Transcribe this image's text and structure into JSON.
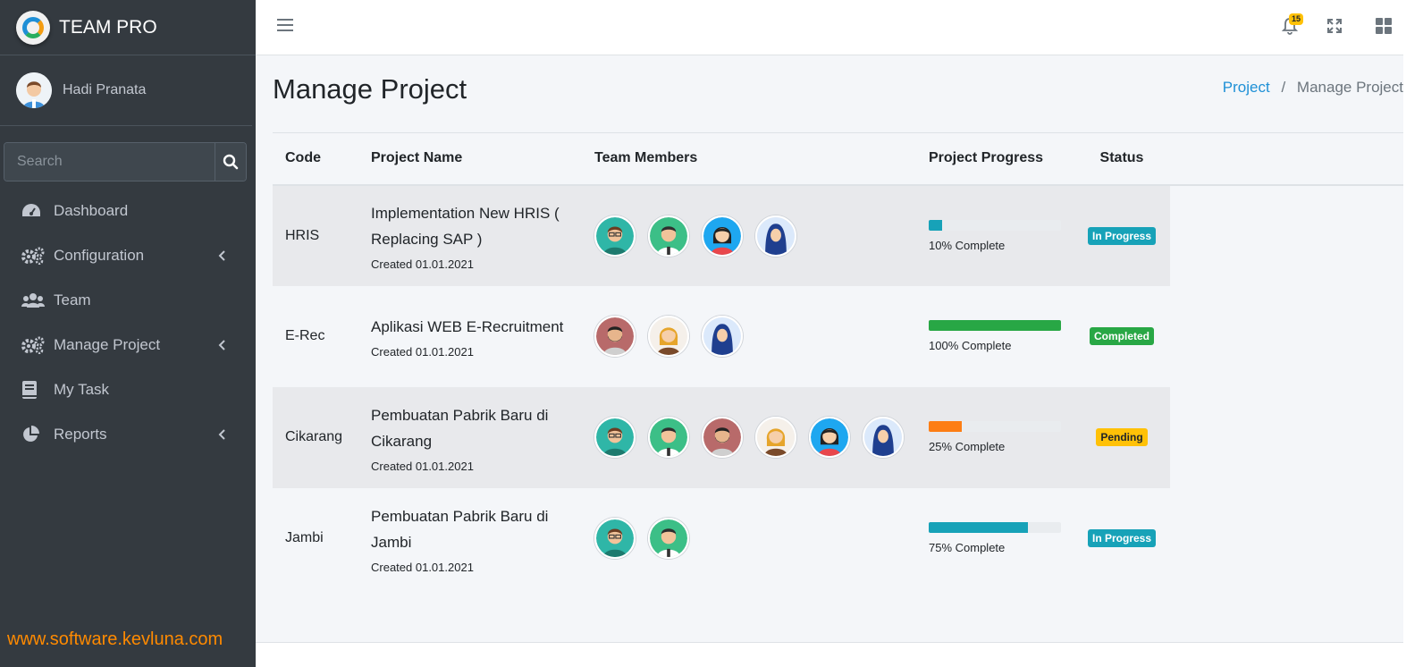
{
  "brand": {
    "name": "TEAM PRO"
  },
  "user": {
    "name": "Hadi Pranata"
  },
  "search": {
    "placeholder": "Search"
  },
  "nav": [
    {
      "label": "Dashboard",
      "icon": "tachometer-icon",
      "has_submenu": false
    },
    {
      "label": "Configuration",
      "icon": "cogs-icon",
      "has_submenu": true
    },
    {
      "label": "Team",
      "icon": "users-icon",
      "has_submenu": false
    },
    {
      "label": "Manage Project",
      "icon": "cogs-icon",
      "has_submenu": true
    },
    {
      "label": "My Task",
      "icon": "book-icon",
      "has_submenu": false
    },
    {
      "label": "Reports",
      "icon": "pie-chart-icon",
      "has_submenu": true
    }
  ],
  "topbar": {
    "notification_count": "15"
  },
  "page": {
    "title": "Manage Project"
  },
  "breadcrumb": {
    "parent": "Project",
    "separator": "/",
    "current": "Manage Project"
  },
  "table": {
    "headers": [
      "Code",
      "Project Name",
      "Team Members",
      "Project Progress",
      "Status"
    ],
    "rows": [
      {
        "code": "HRIS",
        "name": "Implementation New HRIS ( Replacing SAP )",
        "created": "Created 01.01.2021",
        "members": [
          "man-glasses",
          "man-green",
          "woman-blue",
          "woman-hijab"
        ],
        "progress": 10,
        "progress_text": "10% Complete",
        "progress_color": "#17a2b8",
        "status": "In Progress",
        "status_color": "#17a2b8",
        "status_text_color": "#ffffff"
      },
      {
        "code": "E-Rec",
        "name": "Aplikasi WEB E-Recruitment",
        "created": "Created 01.01.2021",
        "members": [
          "man-beard",
          "woman-blonde",
          "woman-hijab"
        ],
        "progress": 100,
        "progress_text": "100% Complete",
        "progress_color": "#28a745",
        "status": "Completed",
        "status_color": "#28a745",
        "status_text_color": "#ffffff"
      },
      {
        "code": "Cikarang",
        "name": "Pembuatan Pabrik Baru di Cikarang",
        "created": "Created 01.01.2021",
        "members": [
          "man-glasses",
          "man-green",
          "man-beard",
          "woman-blonde",
          "woman-blue",
          "woman-hijab"
        ],
        "progress": 25,
        "progress_text": "25% Complete",
        "progress_color": "#fd7e14",
        "status": "Pending",
        "status_color": "#ffc107",
        "status_text_color": "#212529"
      },
      {
        "code": "Jambi",
        "name": "Pembuatan Pabrik Baru di Jambi",
        "created": "Created 01.01.2021",
        "members": [
          "man-glasses",
          "man-green"
        ],
        "progress": 75,
        "progress_text": "75% Complete",
        "progress_color": "#17a2b8",
        "status": "In Progress",
        "status_color": "#17a2b8",
        "status_text_color": "#ffffff"
      }
    ]
  },
  "watermark": "www.software.kevluna.com"
}
